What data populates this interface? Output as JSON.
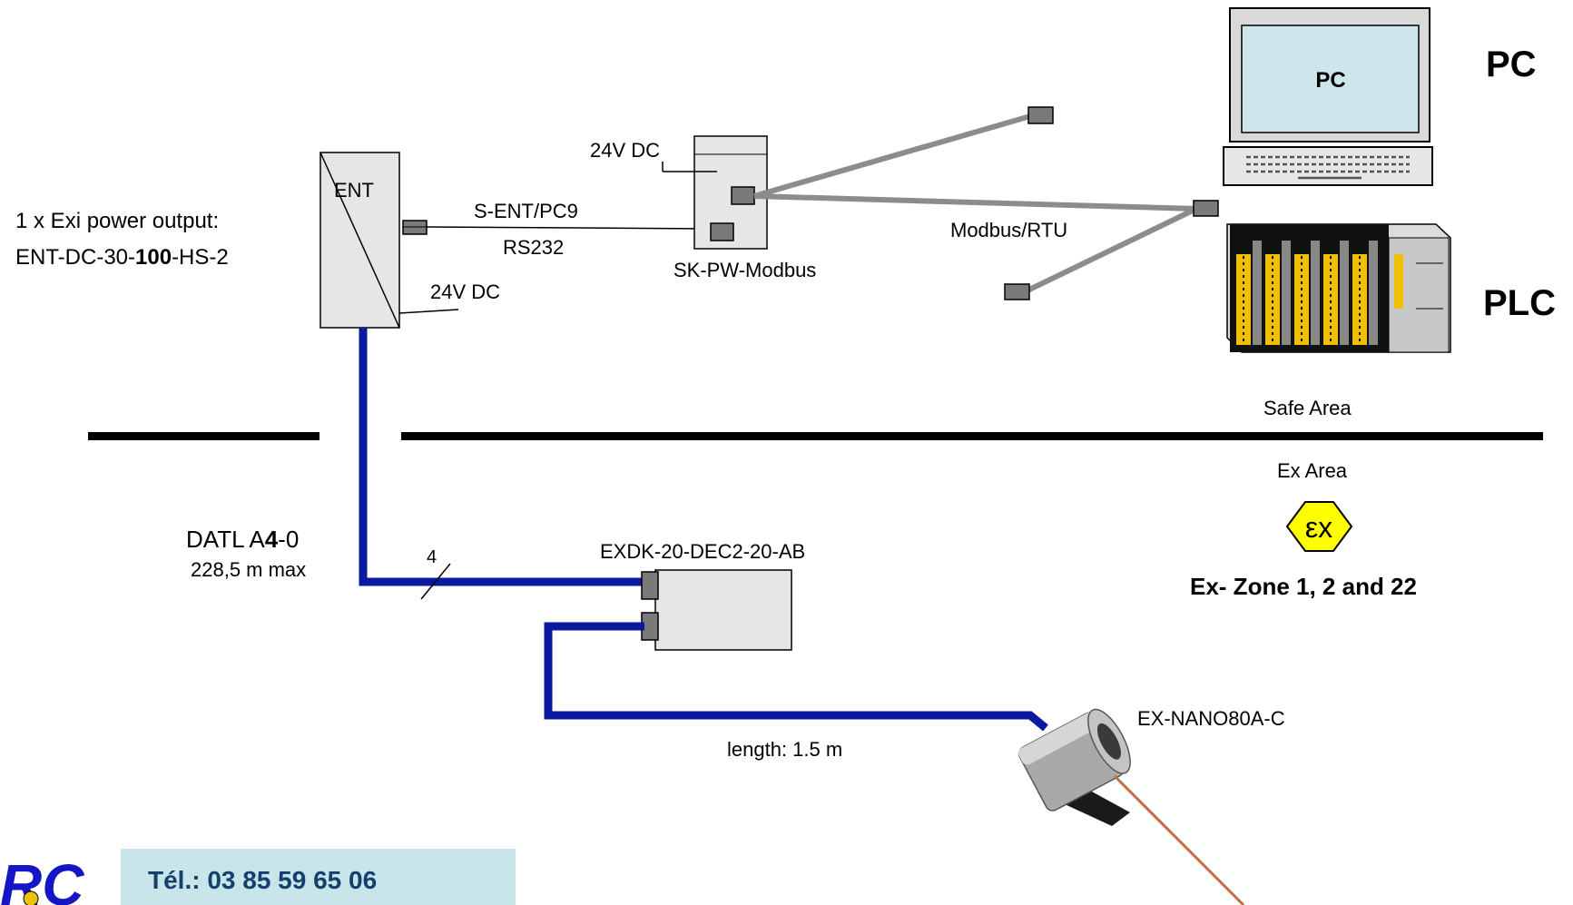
{
  "labels": {
    "power_output_line1": "1 x  Exi power output:",
    "power_output_line2_a": "ENT-DC-30-",
    "power_output_line2_b": "100",
    "power_output_line2_c": "-HS-2",
    "ent": "ENT",
    "ent_24v": "24V DC",
    "sent_pc9": "S-ENT/PC9",
    "rs232": "RS232",
    "modbus_24v": "24V DC",
    "sk_pw_modbus": "SK-PW-Modbus",
    "modbus_rtu": "Modbus/RTU",
    "pc_screen": "PC",
    "pc_big": "PC",
    "plc_big": "PLC",
    "safe_area": "Safe Area",
    "ex_area": "Ex Area",
    "ex_symbol": "εx",
    "ex_zone": "Ex- Zone 1, 2 and 22",
    "datl_a": "DATL A",
    "datl_b": "4",
    "datl_c": "-0",
    "datl_max": "228,5 m max",
    "wire_count": "4",
    "exdk": "EXDK-20-DEC2-20-AB",
    "length": "length: 1.5 m",
    "ex_nano": "EX-NANO80A-C",
    "phone": "Tél.: 03 85 59 65 06",
    "logo_text": "RC"
  },
  "colors": {
    "cable_blue": "#0a1aa0",
    "bus_grey": "#8c8c8c",
    "connector_grey": "#7a7a7a",
    "box_fill": "#e6e6e6",
    "monitor_screen": "#cde6ec",
    "ex_yellow": "#ffff00",
    "phone_banner": "#c8e6e9",
    "logo_blue": "#1515c8"
  }
}
